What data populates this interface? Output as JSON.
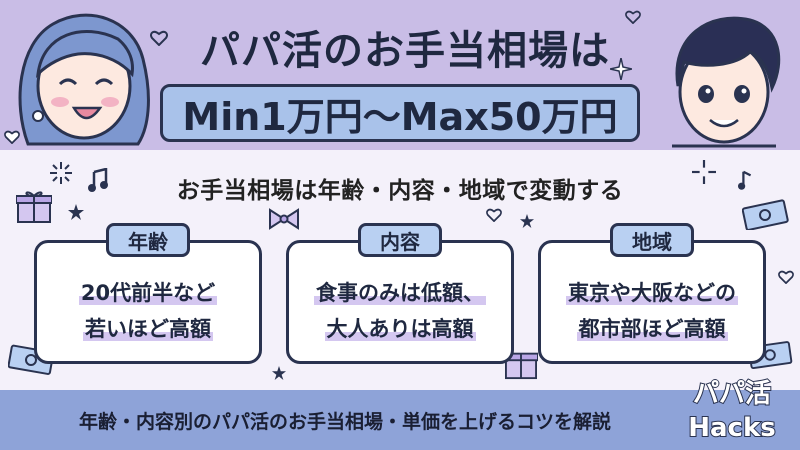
{
  "title": {
    "line1": "パパ活のお手当相場は",
    "line2": "Min1万円〜Max50万円"
  },
  "subtitle": "お手当相場は年齢・内容・地域で変動する",
  "cards": [
    {
      "label": "年齢",
      "line1": "20代前半など",
      "line2": "若いほど高額"
    },
    {
      "label": "内容",
      "line1": "食事のみは低額、",
      "line2": "大人ありは高額"
    },
    {
      "label": "地域",
      "line1": "東京や大阪などの",
      "line2": "都市部ほど高額"
    }
  ],
  "footer": "年齢・内容別のパパ活のお手当相場・単価を上げるコツを解説",
  "logo": {
    "line1": "パパ活",
    "line2": "Hacks"
  },
  "colors": {
    "top_band": "#c9bde6",
    "accent_box": "#a9c2ea",
    "label_box": "#b9d0f2",
    "footer_band": "#8ea3d8",
    "outline": "#2a3350"
  },
  "icons": [
    "woman-illustration",
    "man-illustration",
    "gift-icon",
    "music-note-icon",
    "star-icon",
    "heart-icon",
    "ribbon-icon",
    "money-icon",
    "sparkle-icon"
  ]
}
